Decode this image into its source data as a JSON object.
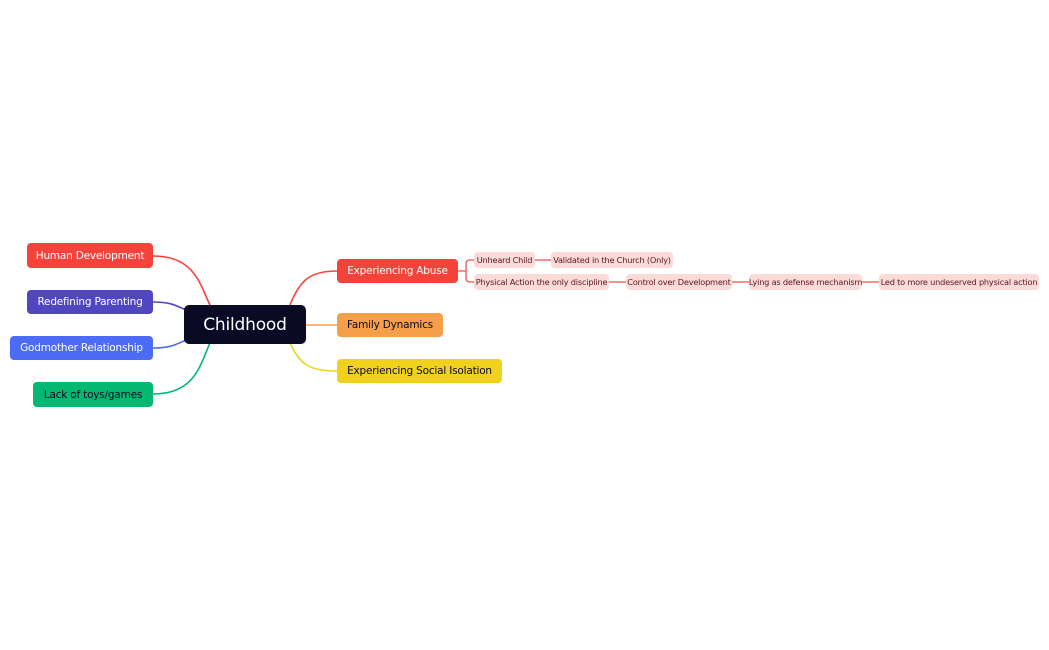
{
  "root": {
    "label": "Childhood",
    "color": "#0b0a24"
  },
  "left_branches": [
    {
      "label": "Human Development",
      "color": "#f5433b",
      "text_color": "#ffffff"
    },
    {
      "label": "Redefining Parenting",
      "color": "#5046c0",
      "text_color": "#ffffff"
    },
    {
      "label": "Godmother Relationship",
      "color": "#4d6cf5",
      "text_color": "#ffffff"
    },
    {
      "label": "Lack of toys/games",
      "color": "#04b872",
      "text_color": "#0b0a24"
    }
  ],
  "right_branches": [
    {
      "label": "Experiencing Abuse",
      "color": "#f5433b",
      "text_color": "#ffffff",
      "children": [
        {
          "label": "Unheard Child",
          "children": [
            {
              "label": "Validated in the Church (Only)"
            }
          ]
        },
        {
          "label": "Physical Action the only discipline",
          "children": [
            {
              "label": "Control over Development",
              "children": [
                {
                  "label": "Lying as defense mechanism",
                  "children": [
                    {
                      "label": "Led to more undeserved physical action"
                    }
                  ]
                }
              ]
            }
          ]
        }
      ]
    },
    {
      "label": "Family Dynamics",
      "color": "#f59f4a",
      "text_color": "#0b0a24"
    },
    {
      "label": "Experiencing Social Isolation",
      "color": "#f0d21d",
      "text_color": "#0b0a24"
    }
  ],
  "sub_node_color": "#fddada",
  "sub_link_color": "#f0524a"
}
